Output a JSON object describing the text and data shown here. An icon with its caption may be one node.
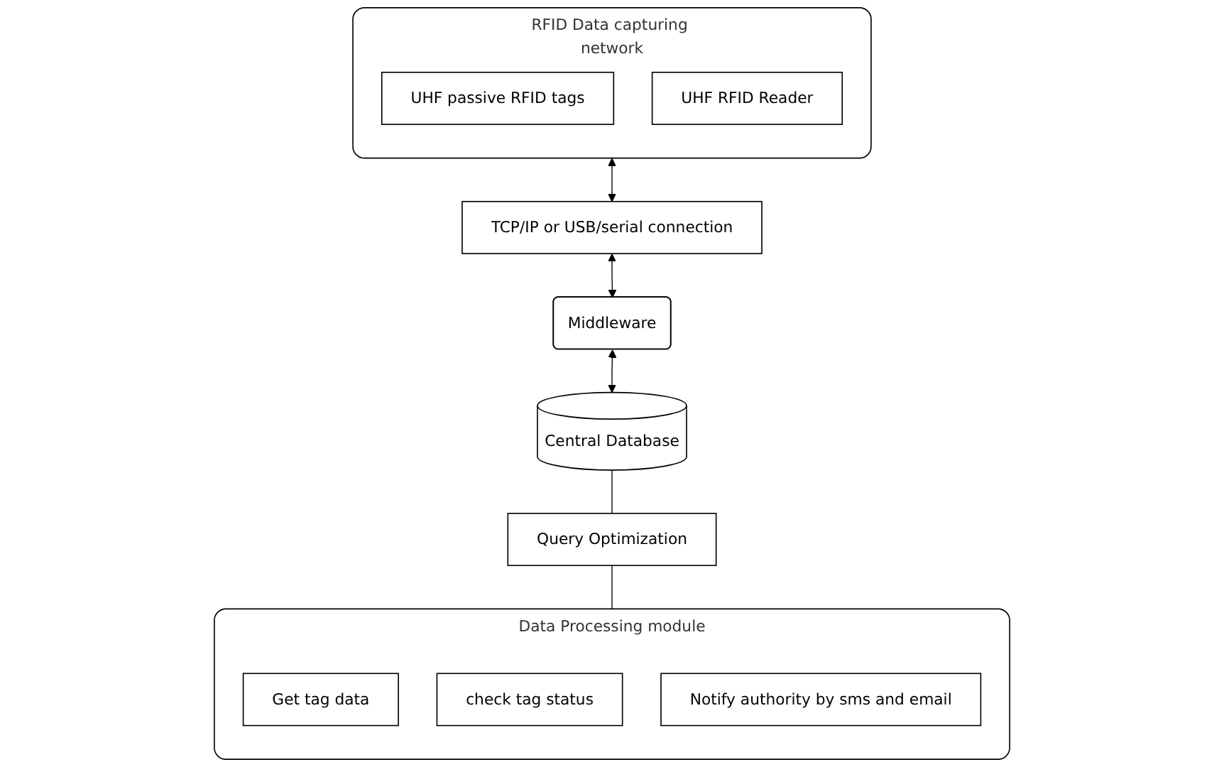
{
  "diagram": {
    "nodes": [
      {
        "text": [
          "RFID Data capturing network"
        ]
      },
      {
        "text": [
          "UHF passive RFID tags"
        ],
        "in": 0
      },
      {
        "text": [
          "UHF RFID Reader"
        ],
        "in": 0
      },
      {
        "text": [
          "TCP/IP or USB/serial connection"
        ]
      },
      {
        "text": [
          "Middleware"
        ]
      },
      {
        "text": [
          "Central Database"
        ]
      },
      {
        "text": [
          "Query Optimization"
        ]
      },
      {
        "text": [
          "Data Processing module"
        ]
      },
      {
        "text": [
          "Get tag data"
        ],
        "in": 7
      },
      {
        "text": [
          "check tag status"
        ],
        "in": 7
      },
      {
        "text": [
          "Notify authority by sms and email"
        ],
        "in": 7
      }
    ],
    "edges": [
      {
        "from": 0,
        "to": 3,
        "arrow": "both"
      },
      {
        "from": 3,
        "to": 4,
        "arrow": "both"
      },
      {
        "from": 4,
        "to": 5,
        "arrow": "both"
      },
      {
        "from": 5,
        "to": 6,
        "arrow": "none"
      },
      {
        "from": 6,
        "to": 7,
        "arrow": "none"
      }
    ]
  }
}
